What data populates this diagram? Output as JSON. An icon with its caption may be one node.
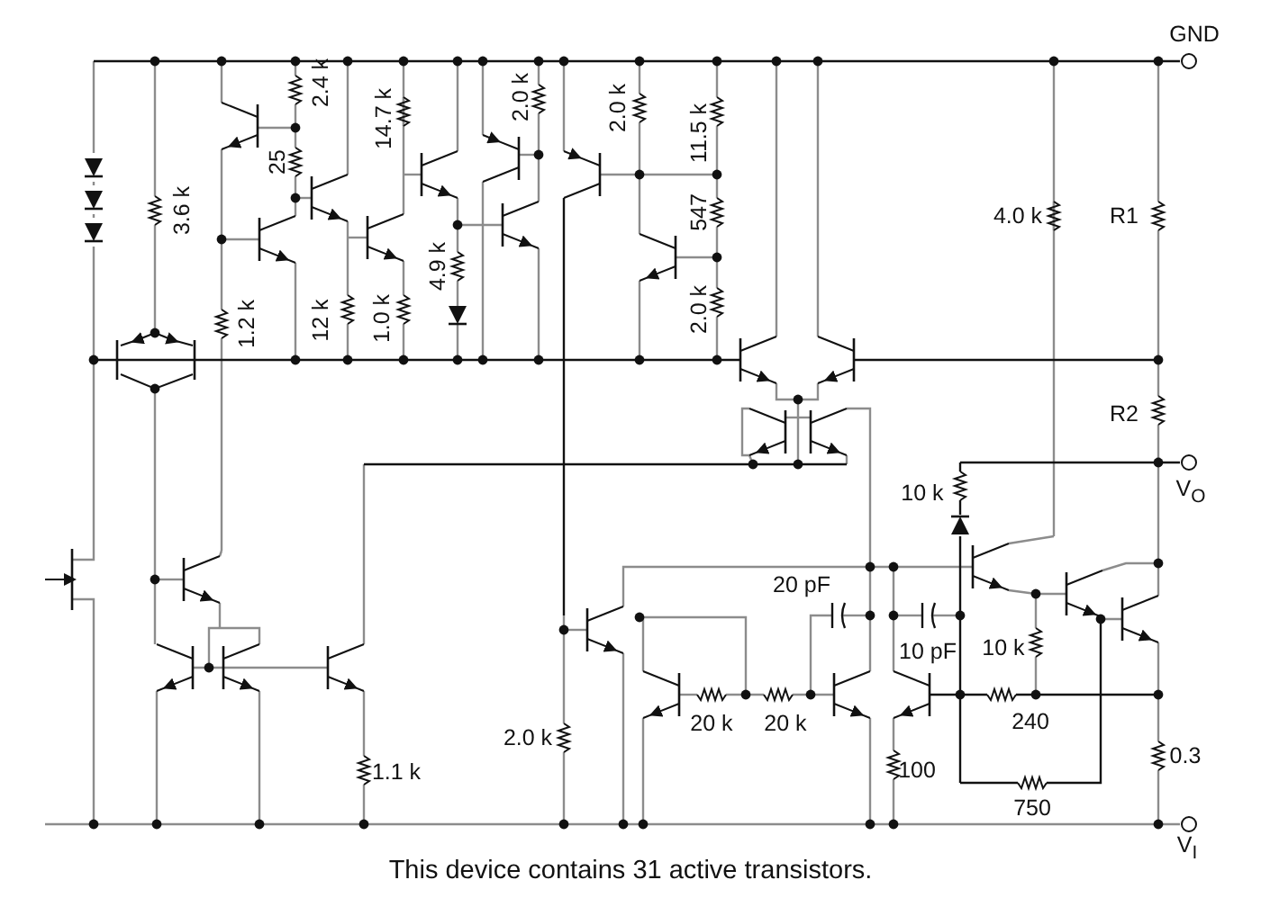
{
  "diagram": {
    "caption": "This device contains 31 active transistors.",
    "labels": [
      "GND",
      "2.4 k",
      "14.7 k",
      "2.0 k",
      "2.0 k",
      "11.5 k",
      "25",
      "3.6 k",
      "547",
      "4.0 k",
      "R1",
      "4.9 k",
      "1.2 k",
      "12 k",
      "1.0 k",
      "2.0 k",
      "R2",
      "10 k",
      "V$_{O}$",
      "20 pF",
      "10 pF",
      "10 k",
      "20 k",
      "20 k",
      "240",
      "2.0 k",
      "1.1 k",
      "100",
      "0.3",
      "750",
      "V$_{I}$"
    ]
  }
}
